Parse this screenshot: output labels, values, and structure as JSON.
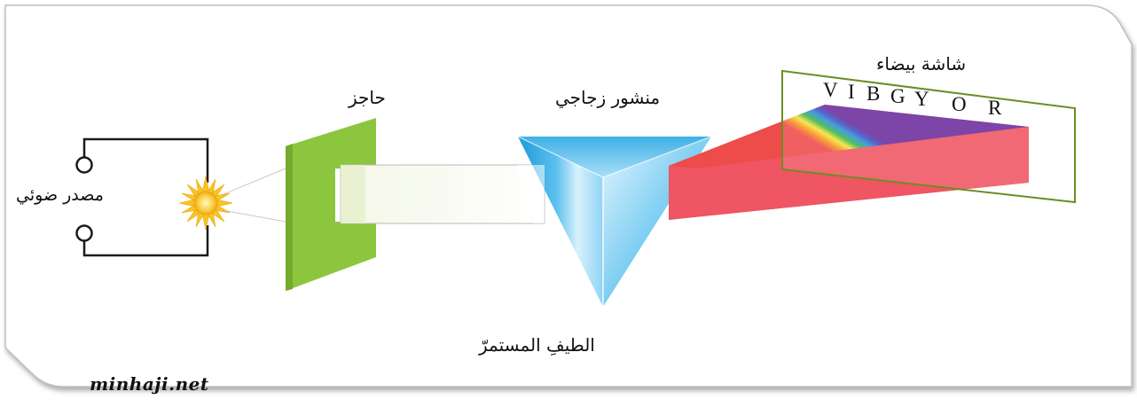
{
  "labels": {
    "light_source": "مصدر ضوئي",
    "barrier": "حاجز",
    "glass_prism": "منشور زجاجي",
    "white_screen": "شاشة بيضاء",
    "continuous_spectrum": "الطيفِ المستمرّ"
  },
  "spectrum_letters": [
    "V",
    "I",
    "B",
    "G",
    "Y",
    "O",
    "R"
  ],
  "watermark": "minhaji.net",
  "colors": {
    "barrier_green": "#8dc63f",
    "screen_border": "#6b8e23",
    "prism_blue": "#29a3e0",
    "sun_yellow": "#f7c81e",
    "red_band": "#ef4f5a"
  }
}
